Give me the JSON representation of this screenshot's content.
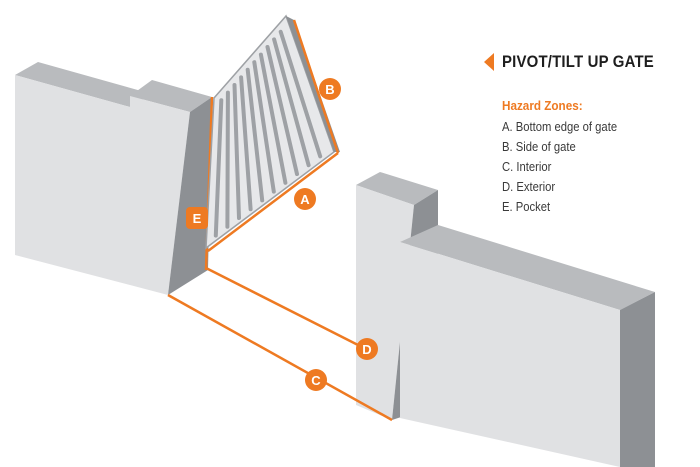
{
  "legend": {
    "title": "PIVOT/TILT UP GATE",
    "subtitle": "Hazard Zones:",
    "zones": [
      {
        "letter": "A",
        "label": "A. Bottom edge of gate"
      },
      {
        "letter": "B",
        "label": "B. Side of gate"
      },
      {
        "letter": "C",
        "label": "C. Interior"
      },
      {
        "letter": "D",
        "label": "D. Exterior"
      },
      {
        "letter": "E",
        "label": "E. Pocket"
      }
    ]
  },
  "colors": {
    "accent": "#ee7a22",
    "wall_front": "#e0e1e3",
    "wall_top": "#b9bbbe",
    "wall_side": "#8d9094",
    "gate_bar": "#9ea1a5",
    "text_dark": "#1e1e1e"
  },
  "icons": [
    "left-triangle-icon"
  ]
}
